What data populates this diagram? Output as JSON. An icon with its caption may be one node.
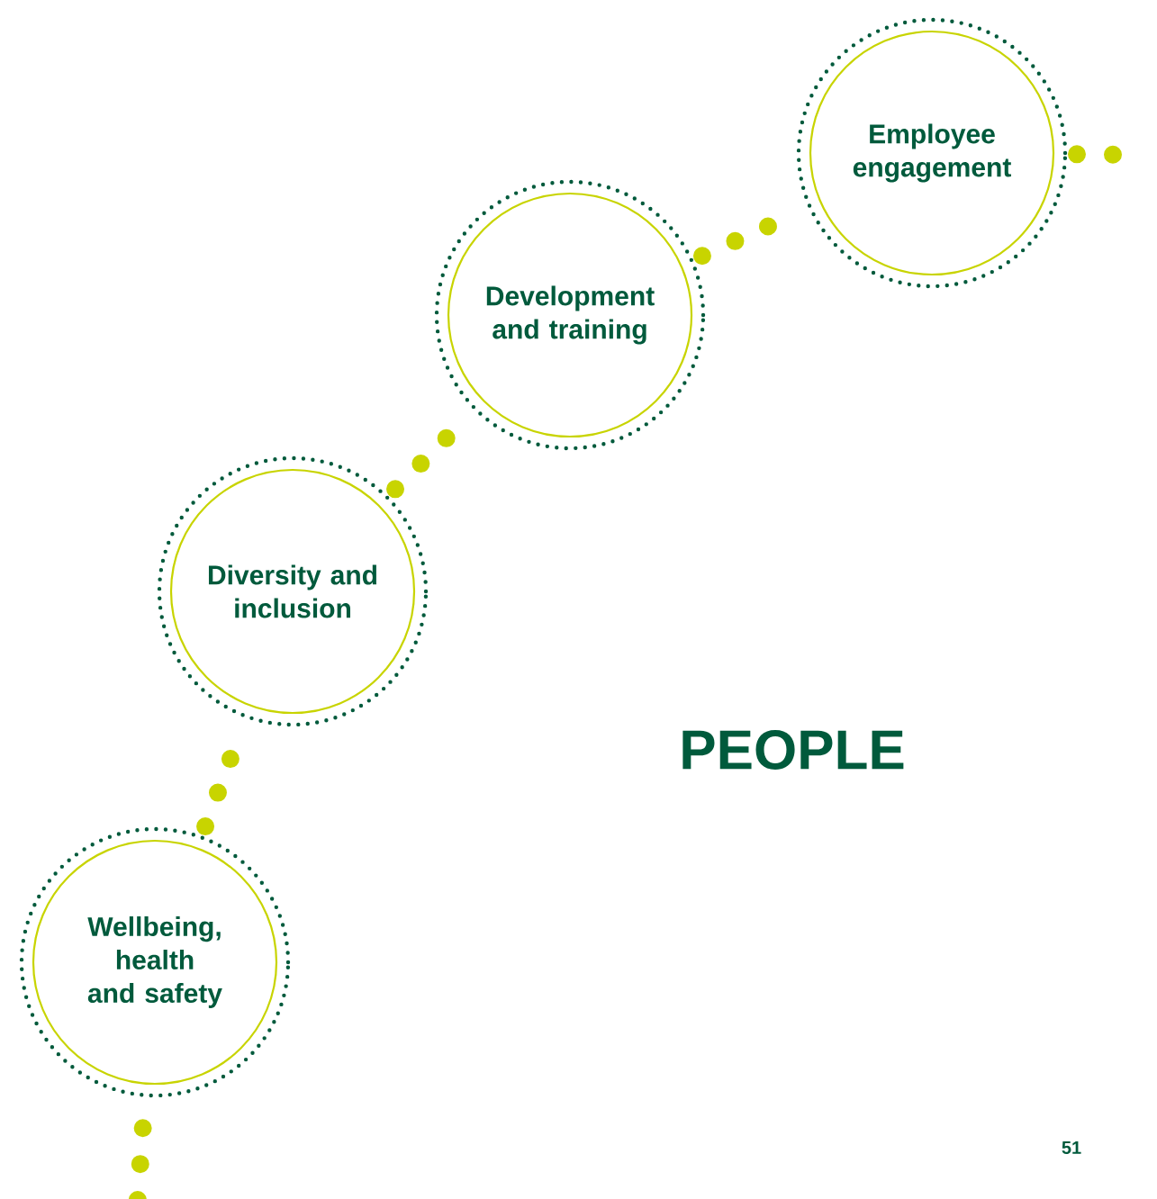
{
  "diagram": {
    "title": "PEOPLE",
    "nodes": [
      {
        "text": [
          "Employee engagement"
        ]
      },
      {
        "text": [
          "Development and training"
        ]
      },
      {
        "text": [
          "Diversity and inclusion"
        ]
      },
      {
        "text": [
          "Wellbeing, health and safety"
        ]
      }
    ],
    "edges": [
      {
        "from": null,
        "to": 3,
        "arrow": "none"
      },
      {
        "from": 3,
        "to": 2,
        "arrow": "none"
      },
      {
        "from": 2,
        "to": 1,
        "arrow": "none"
      },
      {
        "from": 1,
        "to": 0,
        "arrow": "none"
      },
      {
        "from": 0,
        "to": null,
        "arrow": "none"
      }
    ],
    "labels": [
      "51"
    ]
  }
}
